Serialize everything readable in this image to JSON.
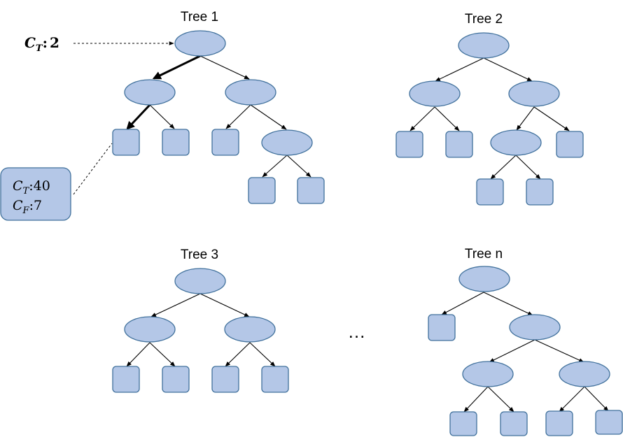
{
  "trees": [
    {
      "title": "Tree 1"
    },
    {
      "title": "Tree 2"
    },
    {
      "title": "Tree 3"
    },
    {
      "title": "Tree n"
    }
  ],
  "ellipsis": "…",
  "root_annotation": {
    "symbol": "C",
    "subscript": "T",
    "value": "2"
  },
  "leaf_callout": {
    "lines": [
      {
        "symbol": "C",
        "subscript": "T",
        "value": "40"
      },
      {
        "symbol": "C",
        "subscript": "F",
        "value": "7"
      }
    ]
  },
  "colors": {
    "node_fill": "#b4c7e7",
    "node_stroke": "#41719c",
    "edge": "#000000"
  }
}
